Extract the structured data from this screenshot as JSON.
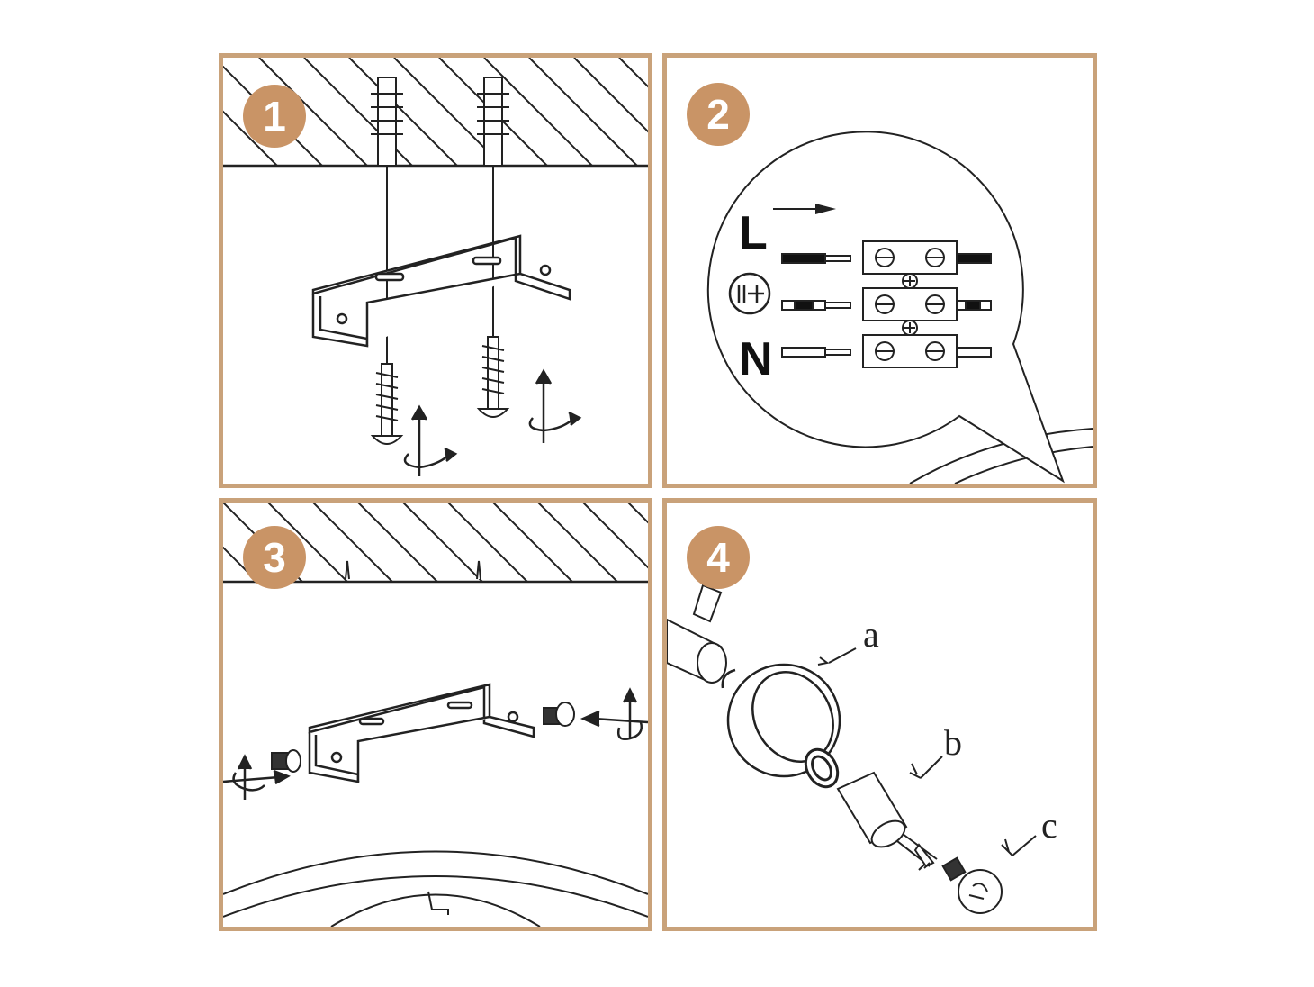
{
  "steps": [
    {
      "number": "1"
    },
    {
      "number": "2",
      "wiring": {
        "live": "L",
        "neutral": "N"
      }
    },
    {
      "number": "3"
    },
    {
      "number": "4",
      "parts": {
        "a": "a",
        "b": "b",
        "c": "c"
      }
    }
  ],
  "colors": {
    "frame": "#c9a27a",
    "badge": "#c99466",
    "ink": "#222222"
  }
}
